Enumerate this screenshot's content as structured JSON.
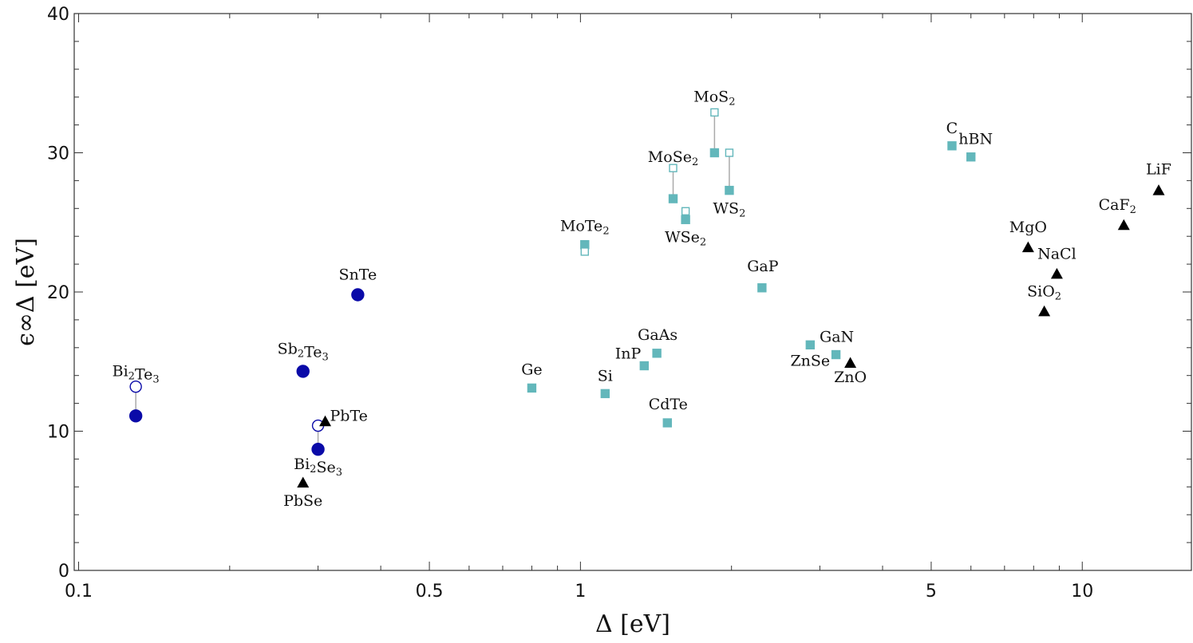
{
  "chart_data": {
    "type": "scatter",
    "title": "",
    "xlabel": "Δ [eV]",
    "ylabel": "ϵ∞Δ [eV]",
    "xscale": "log",
    "xlim": [
      0.098,
      16.5
    ],
    "ylim": [
      0,
      40
    ],
    "xticks": [
      {
        "value": 0.1,
        "label": "0.1"
      },
      {
        "value": 0.5,
        "label": "0.5"
      },
      {
        "value": 1,
        "label": "1"
      },
      {
        "value": 5,
        "label": "5"
      },
      {
        "value": 10,
        "label": "10"
      }
    ],
    "yticks": [
      {
        "value": 0,
        "label": "0"
      },
      {
        "value": 10,
        "label": "10"
      },
      {
        "value": 20,
        "label": "20"
      },
      {
        "value": 30,
        "label": "30"
      },
      {
        "value": 40,
        "label": "40"
      }
    ],
    "grid": false,
    "legend": "none",
    "colors": {
      "dark_blue": "#0a0aa8",
      "teal": "#63b7bb",
      "black": "#000000",
      "connector": "#aaaaaa"
    },
    "points": [
      {
        "label": "Bi2Te3",
        "x": 0.13,
        "y": 11.1,
        "marker": "circle",
        "color": "dark_blue",
        "filled": true
      },
      {
        "label": "",
        "x": 0.13,
        "y": 13.2,
        "marker": "circle",
        "color": "dark_blue",
        "filled": false
      },
      {
        "label": "Sb2Te3",
        "x": 0.28,
        "y": 14.3,
        "marker": "circle",
        "color": "dark_blue",
        "filled": true
      },
      {
        "label": "Bi2Se3",
        "x": 0.3,
        "y": 8.7,
        "marker": "circle",
        "color": "dark_blue",
        "filled": true
      },
      {
        "label": "",
        "x": 0.3,
        "y": 10.4,
        "marker": "circle",
        "color": "dark_blue",
        "filled": false
      },
      {
        "label": "SnTe",
        "x": 0.36,
        "y": 19.8,
        "marker": "circle",
        "color": "dark_blue",
        "filled": true
      },
      {
        "label": "PbTe",
        "x": 0.31,
        "y": 10.7,
        "marker": "triangle",
        "color": "black",
        "filled": true
      },
      {
        "label": "PbSe",
        "x": 0.28,
        "y": 6.3,
        "marker": "triangle",
        "color": "black",
        "filled": true
      },
      {
        "label": "Ge",
        "x": 0.8,
        "y": 13.1,
        "marker": "square",
        "color": "teal",
        "filled": true
      },
      {
        "label": "Si",
        "x": 1.12,
        "y": 12.7,
        "marker": "square",
        "color": "teal",
        "filled": true
      },
      {
        "label": "InP",
        "x": 1.34,
        "y": 14.7,
        "marker": "square",
        "color": "teal",
        "filled": true
      },
      {
        "label": "GaAs",
        "x": 1.42,
        "y": 15.6,
        "marker": "square",
        "color": "teal",
        "filled": true
      },
      {
        "label": "CdTe",
        "x": 1.49,
        "y": 10.6,
        "marker": "square",
        "color": "teal",
        "filled": true
      },
      {
        "label": "MoTe2",
        "x": 1.02,
        "y": 23.4,
        "marker": "square",
        "color": "teal",
        "filled": true
      },
      {
        "label": "",
        "x": 1.02,
        "y": 22.9,
        "marker": "square",
        "color": "teal",
        "filled": false
      },
      {
        "label": "MoSe2",
        "x": 1.53,
        "y": 26.7,
        "marker": "square",
        "color": "teal",
        "filled": true
      },
      {
        "label": "",
        "x": 1.53,
        "y": 28.9,
        "marker": "square",
        "color": "teal",
        "filled": false
      },
      {
        "label": "WSe2",
        "x": 1.62,
        "y": 25.2,
        "marker": "square",
        "color": "teal",
        "filled": true
      },
      {
        "label": "",
        "x": 1.62,
        "y": 25.8,
        "marker": "square",
        "color": "teal",
        "filled": false
      },
      {
        "label": "MoS2",
        "x": 1.85,
        "y": 30.0,
        "marker": "square",
        "color": "teal",
        "filled": true
      },
      {
        "label": "",
        "x": 1.85,
        "y": 32.9,
        "marker": "square",
        "color": "teal",
        "filled": false
      },
      {
        "label": "WS2",
        "x": 1.98,
        "y": 27.3,
        "marker": "square",
        "color": "teal",
        "filled": true
      },
      {
        "label": "",
        "x": 1.98,
        "y": 30.0,
        "marker": "square",
        "color": "teal",
        "filled": false
      },
      {
        "label": "GaP",
        "x": 2.3,
        "y": 20.3,
        "marker": "square",
        "color": "teal",
        "filled": true
      },
      {
        "label": "ZnSe",
        "x": 2.87,
        "y": 16.2,
        "marker": "square",
        "color": "teal",
        "filled": true
      },
      {
        "label": "GaN",
        "x": 3.23,
        "y": 15.5,
        "marker": "square",
        "color": "teal",
        "filled": true
      },
      {
        "label": "ZnO",
        "x": 3.45,
        "y": 14.9,
        "marker": "triangle",
        "color": "black",
        "filled": true
      },
      {
        "label": "C",
        "x": 5.5,
        "y": 30.5,
        "marker": "square",
        "color": "teal",
        "filled": true
      },
      {
        "label": "hBN",
        "x": 6.0,
        "y": 29.7,
        "marker": "square",
        "color": "teal",
        "filled": true
      },
      {
        "label": "MgO",
        "x": 7.8,
        "y": 23.2,
        "marker": "triangle",
        "color": "black",
        "filled": true
      },
      {
        "label": "SiO2",
        "x": 8.4,
        "y": 18.6,
        "marker": "triangle",
        "color": "black",
        "filled": true
      },
      {
        "label": "NaCl",
        "x": 8.9,
        "y": 21.3,
        "marker": "triangle",
        "color": "black",
        "filled": true
      },
      {
        "label": "CaF2",
        "x": 12.1,
        "y": 24.8,
        "marker": "triangle",
        "color": "black",
        "filled": true
      },
      {
        "label": "LiF",
        "x": 14.2,
        "y": 27.3,
        "marker": "triangle",
        "color": "black",
        "filled": true
      }
    ]
  }
}
